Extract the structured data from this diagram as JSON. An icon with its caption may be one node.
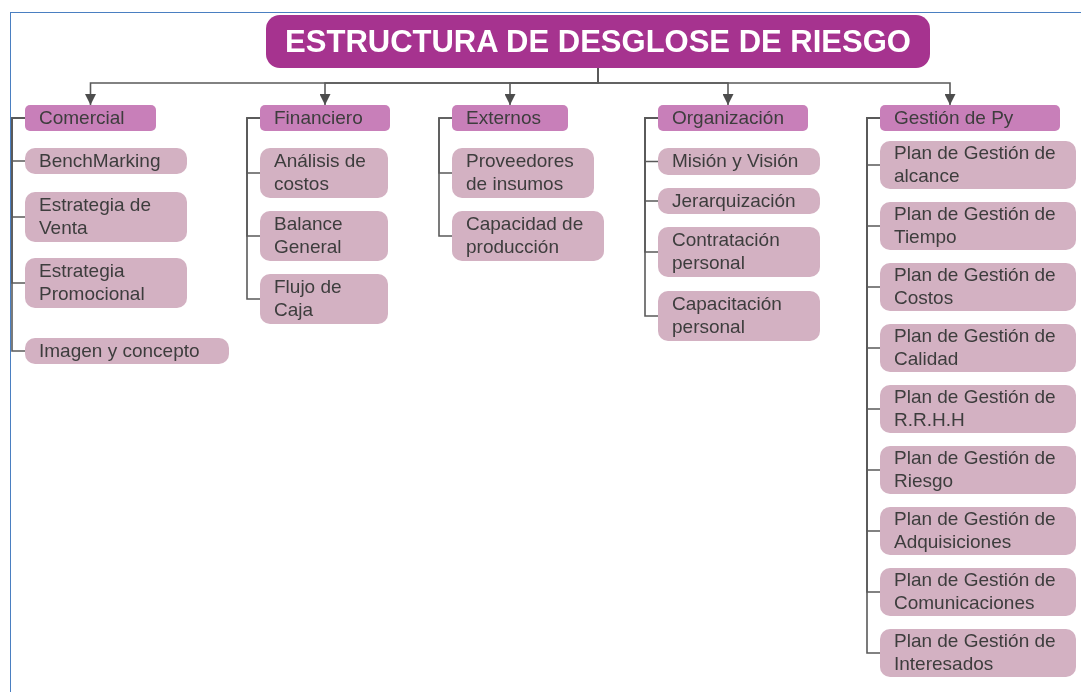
{
  "diagram": {
    "nodes": [
      {
        "text": [
          "ESTRUCTURA DE DESGLOSE DE RIESGO"
        ]
      },
      {
        "text": [
          "Comercial"
        ]
      },
      {
        "text": [
          "BenchMarking"
        ]
      },
      {
        "text": [
          "Estrategia de Venta"
        ]
      },
      {
        "text": [
          "Estrategia Promocional"
        ]
      },
      {
        "text": [
          "Imagen y concepto"
        ]
      },
      {
        "text": [
          "Financiero"
        ]
      },
      {
        "text": [
          "Análisis de costos"
        ]
      },
      {
        "text": [
          "Balance General"
        ]
      },
      {
        "text": [
          "Flujo de Caja"
        ]
      },
      {
        "text": [
          "Externos"
        ]
      },
      {
        "text": [
          "Proveedores de insumos"
        ]
      },
      {
        "text": [
          "Capacidad de producción"
        ]
      },
      {
        "text": [
          "Organización"
        ]
      },
      {
        "text": [
          "Misión y Visión"
        ]
      },
      {
        "text": [
          "Jerarquización"
        ]
      },
      {
        "text": [
          "Contratación personal"
        ]
      },
      {
        "text": [
          "Capacitación personal"
        ]
      },
      {
        "text": [
          "Gestión de Py"
        ]
      },
      {
        "text": [
          "Plan de Gestión de alcance"
        ]
      },
      {
        "text": [
          "Plan de Gestión de Tiempo"
        ]
      },
      {
        "text": [
          "Plan de Gestión de Costos"
        ]
      },
      {
        "text": [
          "Plan de Gestión de Calidad"
        ]
      },
      {
        "text": [
          "Plan de Gestión de R.R.H.H"
        ]
      },
      {
        "text": [
          "Plan de Gestión de Riesgo"
        ]
      },
      {
        "text": [
          "Plan de Gestión de Adquisiciones"
        ]
      },
      {
        "text": [
          "Plan de Gestión de Comunicaciones"
        ]
      },
      {
        "text": [
          "Plan de Gestión de Interesados"
        ]
      }
    ],
    "edges": [
      {
        "from": 0,
        "to": 1,
        "arrow": "to"
      },
      {
        "from": 0,
        "to": 6,
        "arrow": "to"
      },
      {
        "from": 0,
        "to": 10,
        "arrow": "to"
      },
      {
        "from": 0,
        "to": 13,
        "arrow": "to"
      },
      {
        "from": 0,
        "to": 18,
        "arrow": "to"
      },
      {
        "from": 1,
        "to": 2,
        "arrow": "none"
      },
      {
        "from": 1,
        "to": 3,
        "arrow": "none"
      },
      {
        "from": 1,
        "to": 4,
        "arrow": "none"
      },
      {
        "from": 1,
        "to": 5,
        "arrow": "none"
      },
      {
        "from": 6,
        "to": 7,
        "arrow": "none"
      },
      {
        "from": 6,
        "to": 8,
        "arrow": "none"
      },
      {
        "from": 6,
        "to": 9,
        "arrow": "none"
      },
      {
        "from": 10,
        "to": 11,
        "arrow": "none"
      },
      {
        "from": 10,
        "to": 12,
        "arrow": "none"
      },
      {
        "from": 13,
        "to": 14,
        "arrow": "none"
      },
      {
        "from": 13,
        "to": 15,
        "arrow": "none"
      },
      {
        "from": 13,
        "to": 16,
        "arrow": "none"
      },
      {
        "from": 13,
        "to": 17,
        "arrow": "none"
      },
      {
        "from": 18,
        "to": 19,
        "arrow": "none"
      },
      {
        "from": 18,
        "to": 20,
        "arrow": "none"
      },
      {
        "from": 18,
        "to": 21,
        "arrow": "none"
      },
      {
        "from": 18,
        "to": 22,
        "arrow": "none"
      },
      {
        "from": 18,
        "to": 23,
        "arrow": "none"
      },
      {
        "from": 18,
        "to": 24,
        "arrow": "none"
      },
      {
        "from": 18,
        "to": 25,
        "arrow": "none"
      },
      {
        "from": 18,
        "to": 26,
        "arrow": "none"
      },
      {
        "from": 18,
        "to": 27,
        "arrow": "none"
      }
    ]
  }
}
